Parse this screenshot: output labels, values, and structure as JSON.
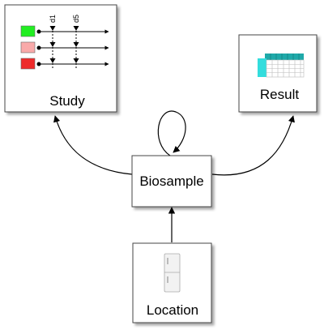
{
  "nodes": {
    "study": {
      "label": "Study"
    },
    "result": {
      "label": "Result"
    },
    "biosample": {
      "label": "Biosample"
    },
    "location": {
      "label": "Location"
    }
  },
  "study_timeline": {
    "day_labels": [
      "d1",
      "d5"
    ],
    "group_colors": [
      "#22ee22",
      "#f9aaaa",
      "#ee2a2a"
    ]
  },
  "result_table": {
    "header_color": "#1fa9a9",
    "row_header_color": "#33dddd"
  },
  "edges": [
    {
      "from": "biosample",
      "to": "study"
    },
    {
      "from": "biosample",
      "to": "result"
    },
    {
      "from": "location",
      "to": "biosample"
    },
    {
      "from": "biosample",
      "to": "biosample"
    }
  ]
}
